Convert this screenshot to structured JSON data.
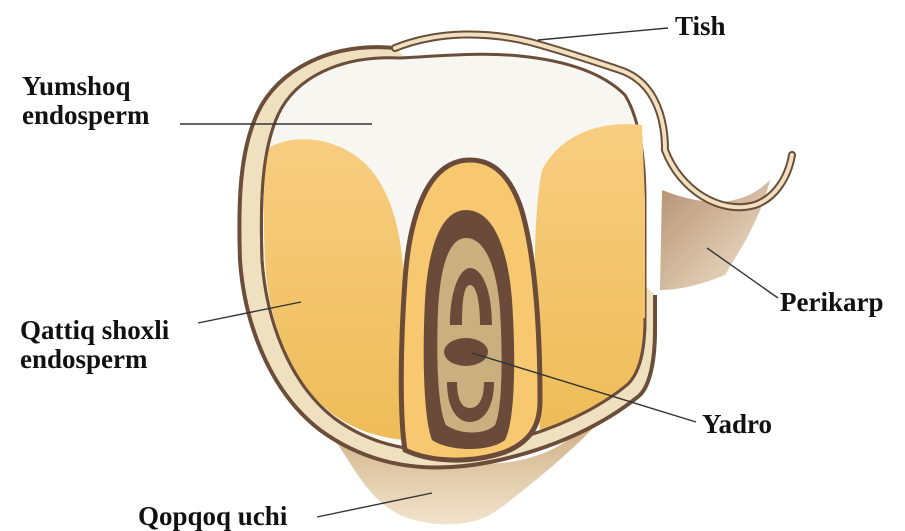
{
  "labels": {
    "tish": "Tish",
    "yumshoq_endosperm": [
      "Yumshoq",
      "endosperm"
    ],
    "perikarp": "Perikarp",
    "qattiq_shoxli_endosperm": [
      "Qattiq shoxli",
      "endosperm"
    ],
    "yadro": "Yadro",
    "qopqoq_uchi": "Qopqoq uchi"
  },
  "colors": {
    "pericarp_outline": "#6b4d3a",
    "pericarp_fill": "#efe1bf",
    "soft_endosperm": "#f7f6f1",
    "horny_endosperm": "#f6c56e",
    "germ_fill": "#f7c870",
    "germ_dark": "#6a4a39",
    "germ_tan": "#c9b07e",
    "tip_cap": "#d9bd95"
  }
}
